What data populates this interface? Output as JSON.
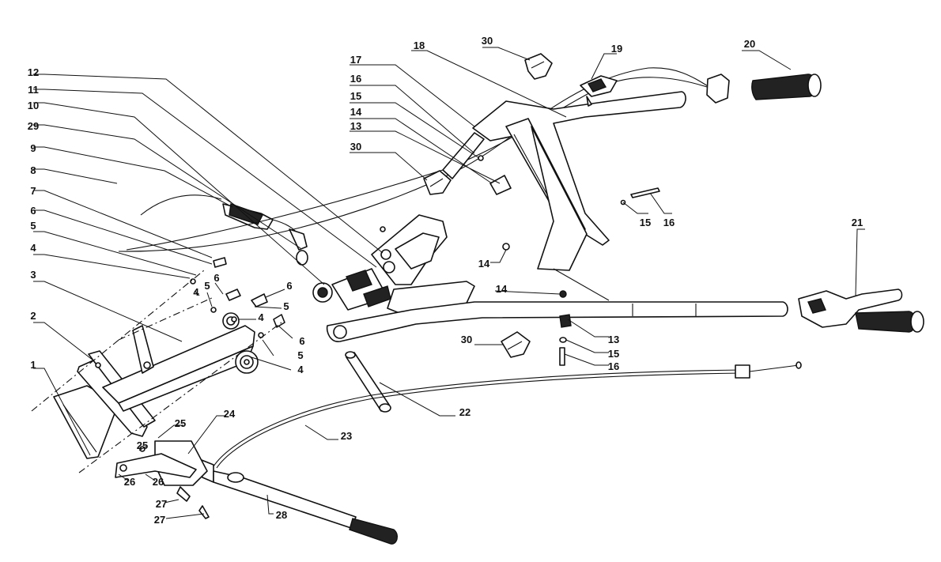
{
  "callouts": [
    {
      "num": "1"
    },
    {
      "num": "2"
    },
    {
      "num": "3"
    },
    {
      "num": "4"
    },
    {
      "num": "4"
    },
    {
      "num": "4"
    },
    {
      "num": "4"
    },
    {
      "num": "5"
    },
    {
      "num": "5"
    },
    {
      "num": "5"
    },
    {
      "num": "5"
    },
    {
      "num": "6"
    },
    {
      "num": "6"
    },
    {
      "num": "6"
    },
    {
      "num": "6"
    },
    {
      "num": "7"
    },
    {
      "num": "8"
    },
    {
      "num": "9"
    },
    {
      "num": "29"
    },
    {
      "num": "10"
    },
    {
      "num": "11"
    },
    {
      "num": "12"
    },
    {
      "num": "17"
    },
    {
      "num": "16"
    },
    {
      "num": "15"
    },
    {
      "num": "14"
    },
    {
      "num": "13"
    },
    {
      "num": "30"
    },
    {
      "num": "18"
    },
    {
      "num": "30"
    },
    {
      "num": "19"
    },
    {
      "num": "20"
    },
    {
      "num": "15"
    },
    {
      "num": "16"
    },
    {
      "num": "14"
    },
    {
      "num": "14"
    },
    {
      "num": "21"
    },
    {
      "num": "30"
    },
    {
      "num": "13"
    },
    {
      "num": "15"
    },
    {
      "num": "16"
    },
    {
      "num": "22"
    },
    {
      "num": "23"
    },
    {
      "num": "24"
    },
    {
      "num": "25"
    },
    {
      "num": "25"
    },
    {
      "num": "26"
    },
    {
      "num": "26"
    },
    {
      "num": "27"
    },
    {
      "num": "27"
    },
    {
      "num": "28"
    }
  ]
}
